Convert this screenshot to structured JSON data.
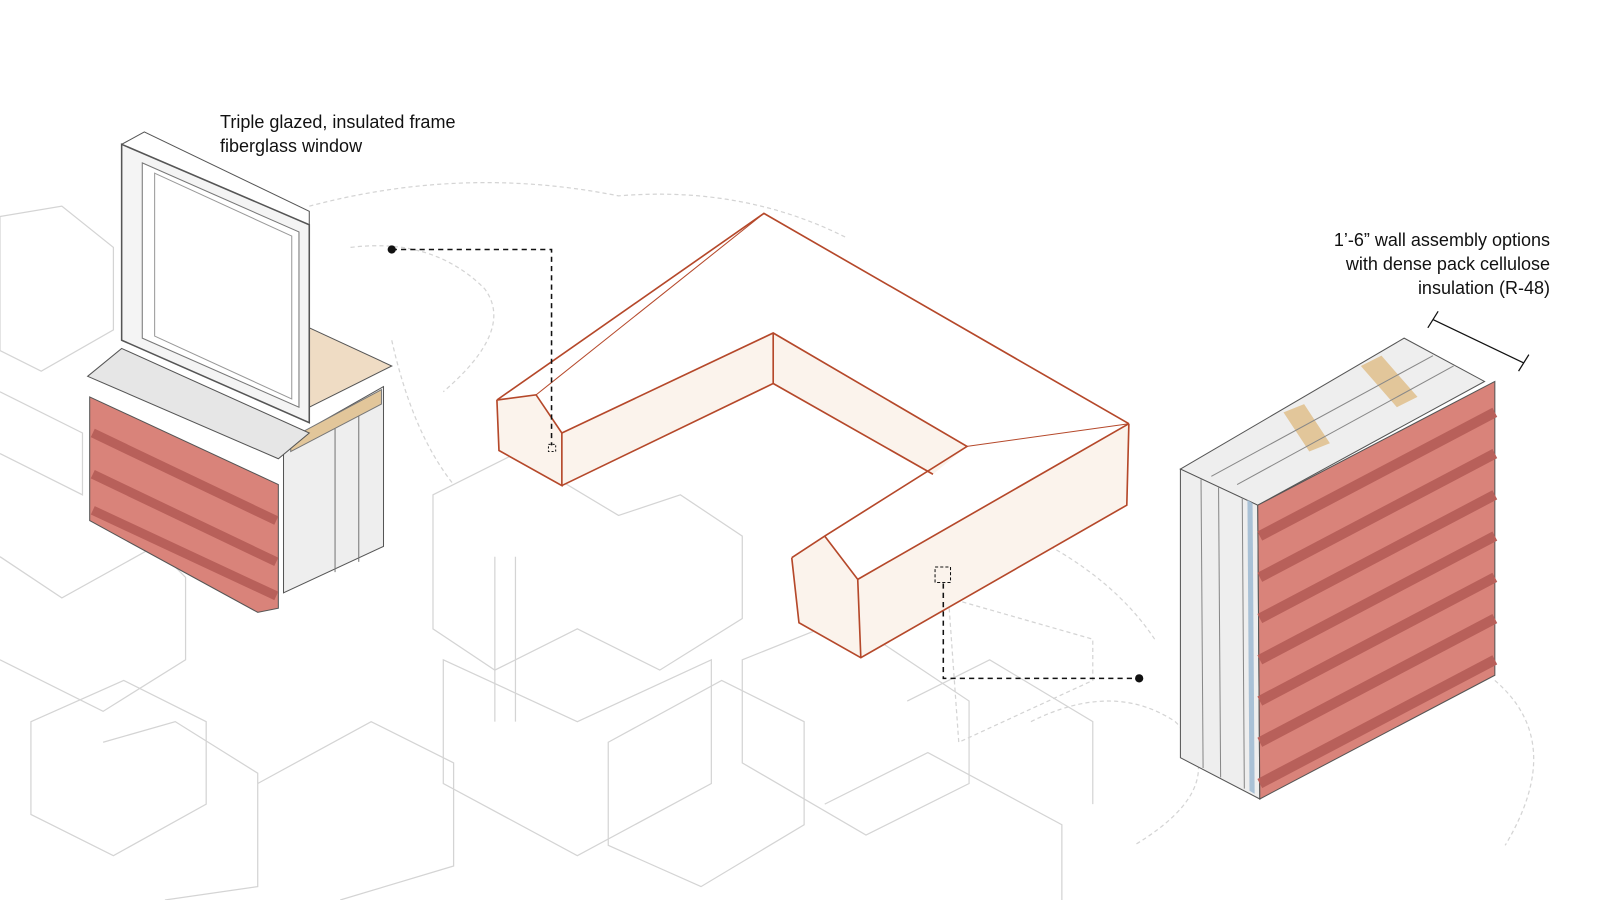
{
  "annotations": {
    "window": {
      "line1": "Triple glazed, insulated frame",
      "line2": "fiberglass window"
    },
    "wall": {
      "line1": "1’-6” wall assembly options",
      "line2": "with dense pack cellulose",
      "line3": "insulation (R-48)"
    }
  },
  "colors": {
    "building_outline": "#b5482a",
    "cladding": "#d9837a",
    "cladding_shadow": "#b8605a",
    "context_lines": "#d4d4d4",
    "timber": "#e2c69a",
    "top_plate": "#efdcc4",
    "insulation": "#eeeeee"
  }
}
